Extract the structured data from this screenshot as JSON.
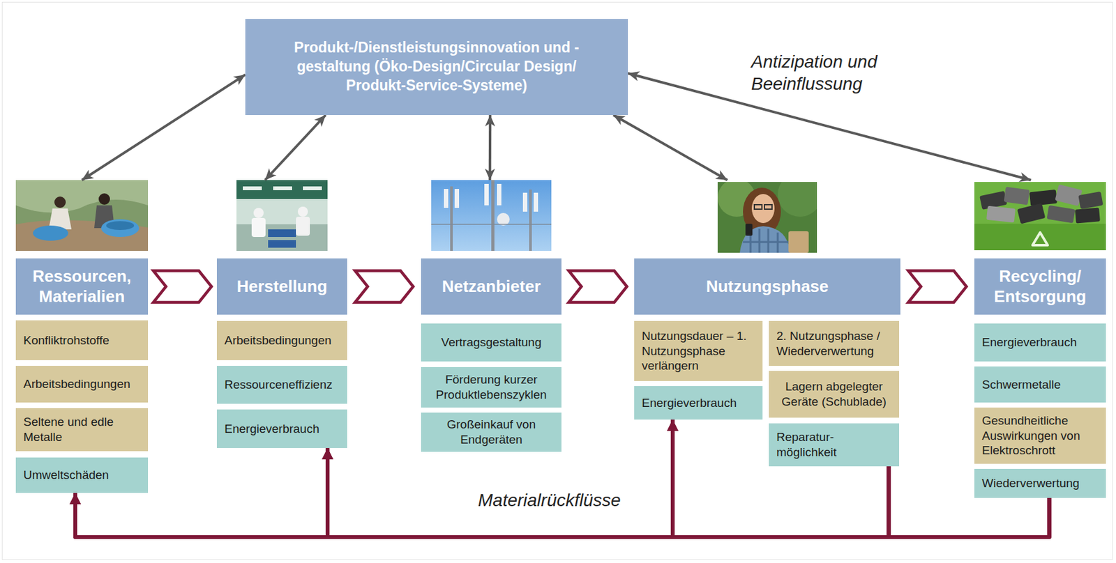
{
  "diagram": {
    "nodes": [
      {
        "text": [
          "Produkt-/Dienstleistungsinnovation und -gestaltung (Öko-Design/Circular Design/ Produkt-Service-Systeme)"
        ]
      },
      {
        "text": [
          "Ressourcen, Materialien"
        ]
      },
      {
        "text": [
          "Konfliktrohstoffe"
        ]
      },
      {
        "text": [
          "Arbeitsbedingungen"
        ]
      },
      {
        "text": [
          "Seltene und edle Metalle"
        ]
      },
      {
        "text": [
          "Umweltschäden"
        ]
      },
      {
        "text": [
          "Herstellung"
        ]
      },
      {
        "text": [
          "Arbeitsbedingungen"
        ]
      },
      {
        "text": [
          "Ressourceneffizienz"
        ]
      },
      {
        "text": [
          "Energieverbrauch"
        ]
      },
      {
        "text": [
          "Netzanbieter"
        ]
      },
      {
        "text": [
          "Vertragsgestaltung"
        ]
      },
      {
        "text": [
          "Förderung kurzer Produktlebenszyklen"
        ]
      },
      {
        "text": [
          "Großeinkauf von Endgeräten"
        ]
      },
      {
        "text": [
          "Nutzungsphase"
        ]
      },
      {
        "text": [
          "Nutzungsdauer – 1. Nutzungsphase verlängern"
        ]
      },
      {
        "text": [
          "Energieverbrauch"
        ]
      },
      {
        "text": [
          "2. Nutzungsphase / Wiederverwertung"
        ]
      },
      {
        "text": [
          "Lagern abgelegter Geräte (Schublade)"
        ]
      },
      {
        "text": [
          "Reparatur- möglichkeit"
        ]
      },
      {
        "text": [
          "Recycling/ Entsorgung"
        ]
      },
      {
        "text": [
          "Energieverbrauch"
        ]
      },
      {
        "text": [
          "Schwermetalle"
        ]
      },
      {
        "text": [
          "Gesundheitliche Auswirkungen von Elektroschrott"
        ]
      },
      {
        "text": [
          "Wiederverwertung"
        ]
      }
    ],
    "edges": [
      {
        "from": 0,
        "to": 1,
        "arrow": "both"
      },
      {
        "from": 0,
        "to": 6,
        "arrow": "both"
      },
      {
        "from": 0,
        "to": 10,
        "arrow": "both"
      },
      {
        "from": 0,
        "to": 14,
        "arrow": "both"
      },
      {
        "from": 0,
        "to": 20,
        "arrow": "both"
      },
      {
        "from": 1,
        "to": 6,
        "arrow": "to"
      },
      {
        "from": 6,
        "to": 10,
        "arrow": "to"
      },
      {
        "from": 10,
        "to": 14,
        "arrow": "to"
      },
      {
        "from": 14,
        "to": 20,
        "arrow": "to"
      },
      {
        "from": 19,
        "to": 5,
        "arrow": "to"
      },
      {
        "from": 19,
        "to": 9,
        "arrow": "to"
      },
      {
        "from": 19,
        "to": 16,
        "arrow": "to"
      },
      {
        "from": 24,
        "to": 5,
        "arrow": "to"
      },
      {
        "from": 24,
        "to": 9,
        "arrow": "to"
      },
      {
        "from": 24,
        "to": 16,
        "arrow": "to"
      }
    ],
    "labels": [
      "Antizipation und Beeinflussung",
      "Materialrückflüsse"
    ]
  }
}
